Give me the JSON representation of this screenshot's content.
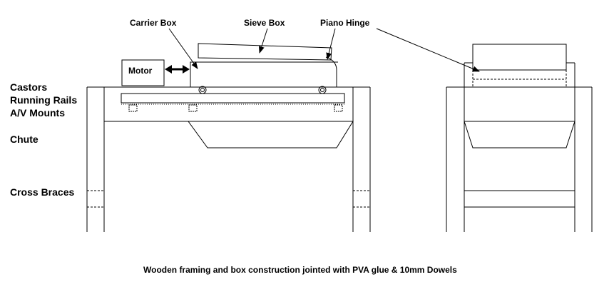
{
  "labels": {
    "carrier_box": "Carrier Box",
    "sieve_box": "Sieve Box",
    "piano_hinge": "Piano Hinge",
    "motor": "Motor",
    "castors": "Castors",
    "running_rails": "Running Rails",
    "av_mounts": "A/V Mounts",
    "chute": "Chute",
    "cross_braces": "Cross Braces"
  },
  "caption": "Wooden framing and box construction jointed with PVA glue & 10mm Dowels",
  "colors": {
    "line": "#000000",
    "background": "#ffffff"
  }
}
